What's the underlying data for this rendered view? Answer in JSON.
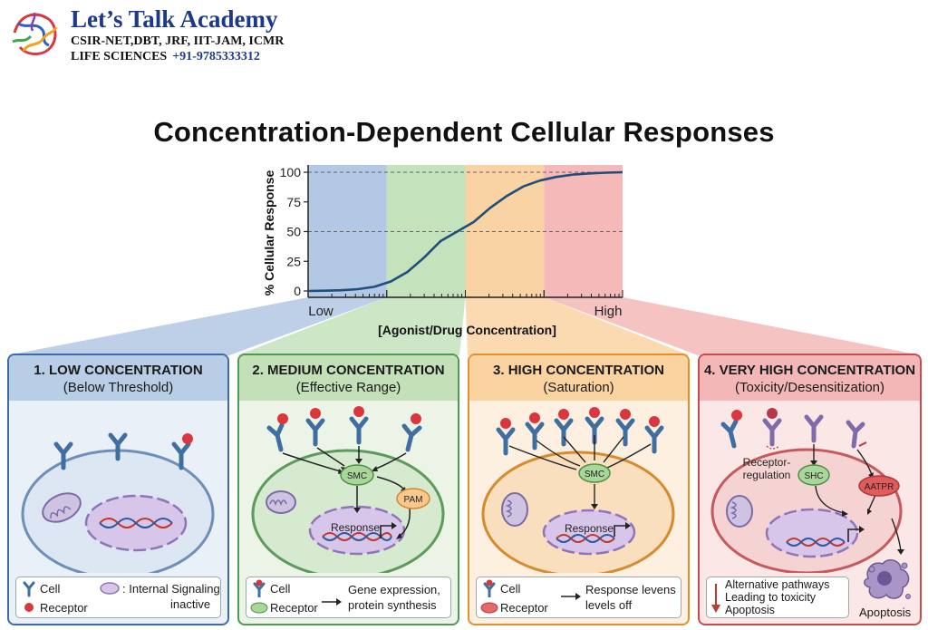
{
  "header": {
    "brand": "Let’s Talk Academy",
    "line1": "CSIR-NET,DBT, JRF, IIT-JAM, ICMR",
    "line2": "LIFE SCIENCES",
    "phone": "+91-9785333312"
  },
  "title": "Concentration-Dependent Cellular Responses",
  "chart_data": {
    "type": "line",
    "title": "",
    "xlabel": "[Agonist/Drug Concentration]",
    "ylabel": "% Cellular Response",
    "x_tick_labels": [
      "Low",
      "High"
    ],
    "y_ticks": [
      0,
      25,
      50,
      75,
      100
    ],
    "ylim": [
      0,
      100
    ],
    "xscale": "log",
    "grid": "dashed at 50 and 100",
    "bands": [
      "#b3c8e4",
      "#c4e2bb",
      "#fad3a5",
      "#f4b9b8"
    ],
    "curve_color": "#1f4e79",
    "series": [
      {
        "values": [
          0,
          0.2,
          0.6,
          1.5,
          3.5,
          8,
          16,
          28,
          42,
          50,
          58,
          70,
          80,
          88,
          93,
          96,
          98,
          99,
          99.6,
          100
        ]
      }
    ]
  },
  "panels": [
    {
      "title": "1. LOW CONCENTRATION",
      "subtitle": "(Below Threshold)",
      "legend": {
        "cell": "Cell",
        "receptor": "Receptor",
        "signal": ": Internal Signaling",
        "signal2": "inactive"
      }
    },
    {
      "title": "2. MEDIUM CONCENTRATION",
      "subtitle": "(Effective Range)",
      "labels": {
        "smc": "SMC",
        "pam": "PAM",
        "response": "Response"
      },
      "legend": {
        "cell": "Cell",
        "receptor": "Receptor",
        "outcome1": "Gene expression,",
        "outcome2": "protein synthesis"
      }
    },
    {
      "title": "3. HIGH CONCENTRATION",
      "subtitle": "(Saturation)",
      "labels": {
        "smc": "SMC",
        "response": "Response"
      },
      "legend": {
        "cell": "Cell",
        "receptor": "Receptor",
        "outcome1": "Response levens",
        "outcome2": "levels off"
      }
    },
    {
      "title": "4. VERY HIGH CONCENTRATION",
      "subtitle": "(Toxicity/Desensitization)",
      "labels": {
        "receptor1": "Receptor-",
        "receptor2": "regulation",
        "shc": "SHC",
        "aatpr": "AATPR",
        "apoptosis": "Apoptosis"
      },
      "legend": {
        "line1": "Alternative pathways",
        "line2": "Leading to toxicity",
        "line3": "Apoptosis"
      }
    }
  ]
}
